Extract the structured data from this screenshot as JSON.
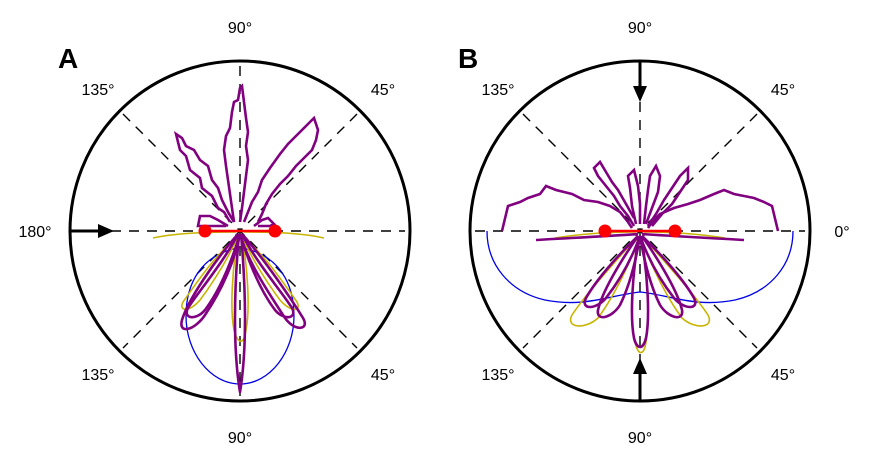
{
  "colors": {
    "outline": "#000000",
    "purple": "#800080",
    "olive": "#c8b400",
    "blue": "#0000e6",
    "red": "#ff0000",
    "background": "#ffffff"
  },
  "panels": [
    {
      "letter": "A",
      "labels": {
        "top": "90°",
        "upper_left": "135°",
        "upper_right": "45°",
        "left": "180°",
        "right": "",
        "lower_left": "135°",
        "lower_right": "45°",
        "bottom": "90°"
      },
      "incident_arrows": [
        "from-left"
      ]
    },
    {
      "letter": "B",
      "labels": {
        "top": "90°",
        "upper_left": "135°",
        "upper_right": "45°",
        "left": "",
        "right": "0°",
        "lower_left": "135°",
        "lower_right": "45°",
        "bottom": "90°"
      },
      "incident_arrows": [
        "from-top",
        "from-bottom"
      ]
    }
  ]
}
